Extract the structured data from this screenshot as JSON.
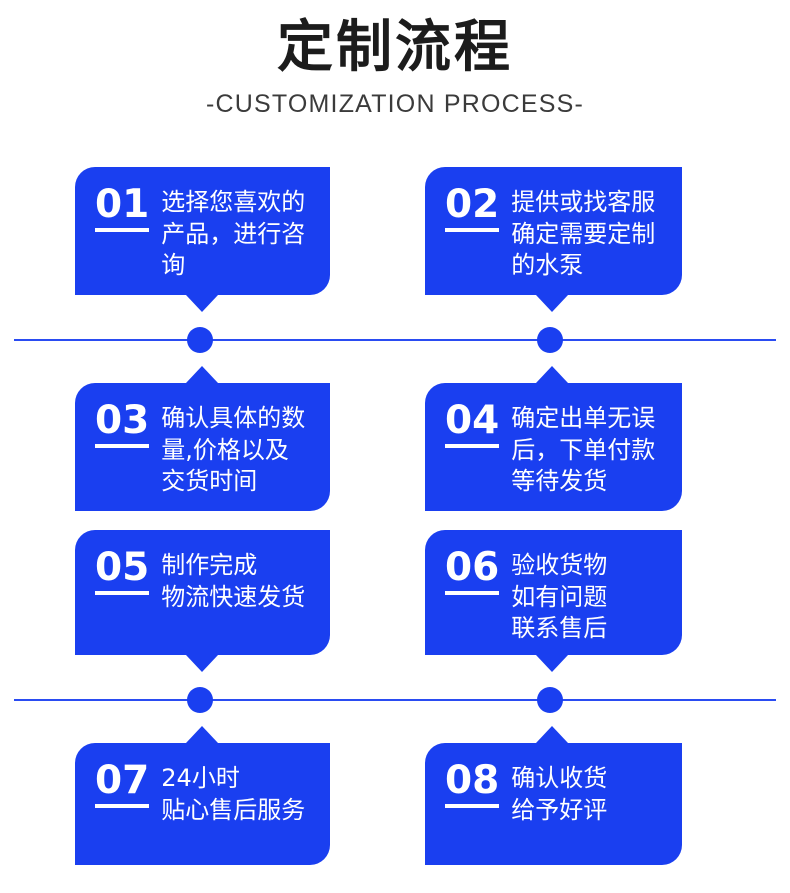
{
  "header": {
    "title": "定制流程",
    "subtitle": "-CUSTOMIZATION PROCESS-"
  },
  "theme": {
    "brand_blue": "#1a3ff0",
    "line_blue": "#2a4cf2",
    "title_color": "#1c1c1c",
    "subtitle_color": "#3b3b3b",
    "card_text_color": "#ffffff",
    "background": "#ffffff"
  },
  "steps": [
    {
      "number": "01",
      "text": "选择您喜欢的\n产品，进行咨\n询"
    },
    {
      "number": "02",
      "text": "提供或找客服\n确定需要定制\n的水泵"
    },
    {
      "number": "03",
      "text": "确认具体的数\n量,价格以及\n交货时间"
    },
    {
      "number": "04",
      "text": "确定出单无误\n后，下单付款\n等待发货"
    },
    {
      "number": "05",
      "text": "制作完成\n物流快速发货"
    },
    {
      "number": "06",
      "text": "验收货物\n如有问题\n联系售后"
    },
    {
      "number": "07",
      "text": "24小时\n贴心售后服务"
    },
    {
      "number": "08",
      "text": "确认收货\n给予好评"
    }
  ],
  "connectors": [
    {
      "name": "connector-row1-row2",
      "dots": 2
    },
    {
      "name": "connector-row3-row4",
      "dots": 2
    }
  ]
}
